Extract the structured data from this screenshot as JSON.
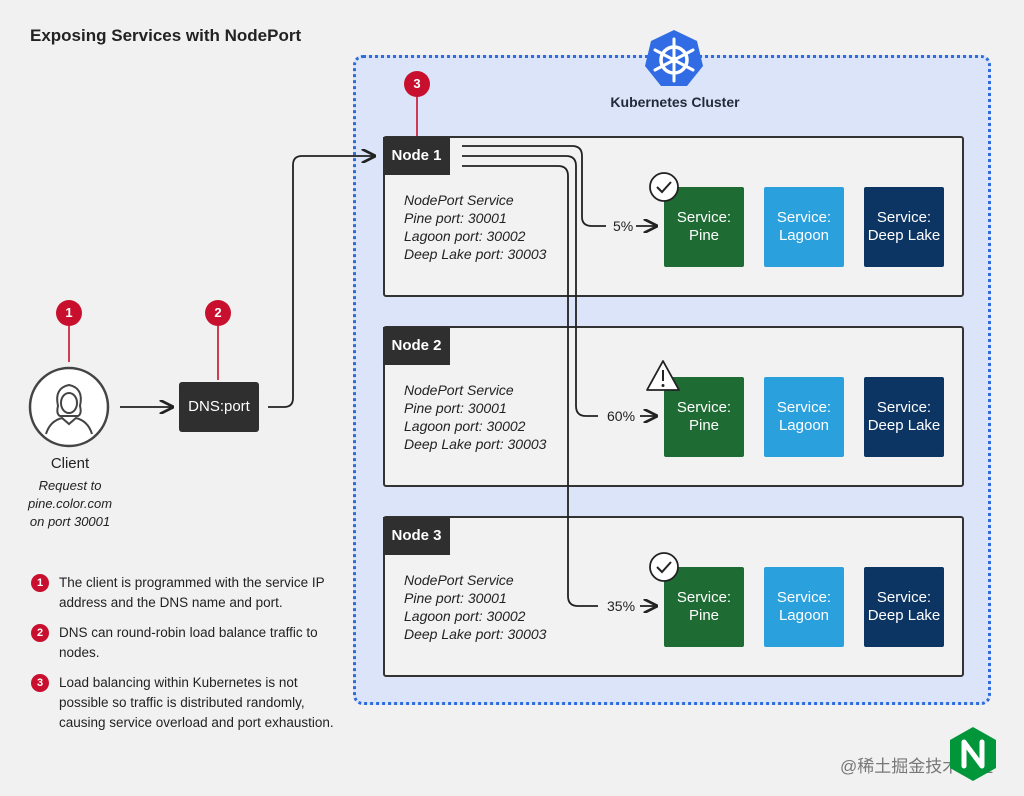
{
  "title": "Exposing Services with NodePort",
  "cluster": {
    "label": "Kubernetes Cluster",
    "logo_icon": "helm-wheel-icon"
  },
  "client": {
    "label": "Client",
    "request_lines": [
      "Request to",
      "pine.color.com",
      "on port 30001"
    ]
  },
  "dns": {
    "label": "DNS:port"
  },
  "steps": {
    "one": "1",
    "two": "2",
    "three": "3"
  },
  "nodes": [
    {
      "name": "Node 1",
      "service_lines": [
        "NodePort Service",
        "Pine port: 30001",
        "Lagoon port: 30002",
        "Deep Lake port: 30003"
      ],
      "traffic": "5%",
      "status_icon": "check-icon"
    },
    {
      "name": "Node 2",
      "service_lines": [
        "NodePort Service",
        "Pine port: 30001",
        "Lagoon port: 30002",
        "Deep Lake port: 30003"
      ],
      "traffic": "60%",
      "status_icon": "warning-icon"
    },
    {
      "name": "Node 3",
      "service_lines": [
        "NodePort Service",
        "Pine port: 30001",
        "Lagoon port: 30002",
        "Deep Lake port: 30003"
      ],
      "traffic": "35%",
      "status_icon": "check-icon"
    }
  ],
  "services": [
    {
      "line1": "Service:",
      "line2": "Pine",
      "color": "#1e6b33"
    },
    {
      "line1": "Service:",
      "line2": "Lagoon",
      "color": "#2aa0dd"
    },
    {
      "line1": "Service:",
      "line2": "Deep Lake",
      "color": "#0c3563"
    }
  ],
  "notes": [
    {
      "num": "1",
      "text": "The client is programmed with the service IP address and the DNS name and port."
    },
    {
      "num": "2",
      "text": "DNS can round-robin load balance traffic to nodes."
    },
    {
      "num": "3",
      "text": "Load balancing within Kubernetes is not possible so traffic is distributed randomly, causing service overload and port exhaustion."
    }
  ],
  "watermark": "@稀土掘金技术社区",
  "colors": {
    "accent_red": "#c8102e",
    "cluster_border": "#2e6cdc",
    "cluster_bg": "#dbe4f8",
    "nginx_green": "#009639"
  }
}
